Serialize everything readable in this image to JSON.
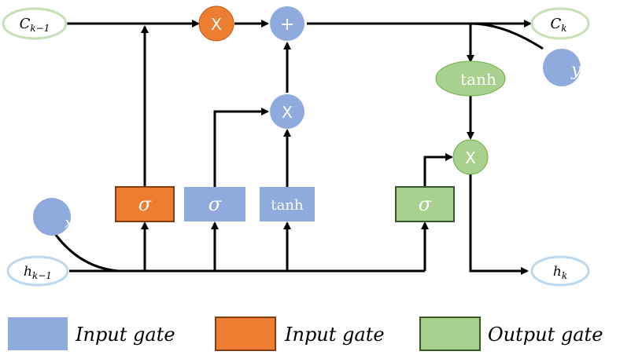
{
  "nodes": {
    "c_prev": {
      "base": "C",
      "sub": "k−1"
    },
    "c_next": {
      "base": "C",
      "sub": "k"
    },
    "h_prev": {
      "base": "h",
      "sub": "k−1"
    },
    "h_next": {
      "base": "h",
      "sub": "k"
    },
    "x_input": "x",
    "y_output": "y"
  },
  "ops": {
    "forget_multiply": "X",
    "cell_add": "+",
    "input_multiply": "X",
    "output_multiply": "X",
    "cell_tanh": "tanh"
  },
  "gates": {
    "forget_sigma": "σ",
    "input_sigma": "σ",
    "candidate_tanh": "tanh",
    "output_sigma": "σ"
  },
  "legend": [
    {
      "label": "Input gate",
      "color": "#8faadc"
    },
    {
      "label": "Input gate",
      "color": "#ed7d31"
    },
    {
      "label": "Output gate",
      "color": "#a9d18e"
    }
  ],
  "colors": {
    "blue": "#8faadc",
    "orange": "#ed7d31",
    "green": "#a9d18e",
    "stroke": "#000000"
  }
}
